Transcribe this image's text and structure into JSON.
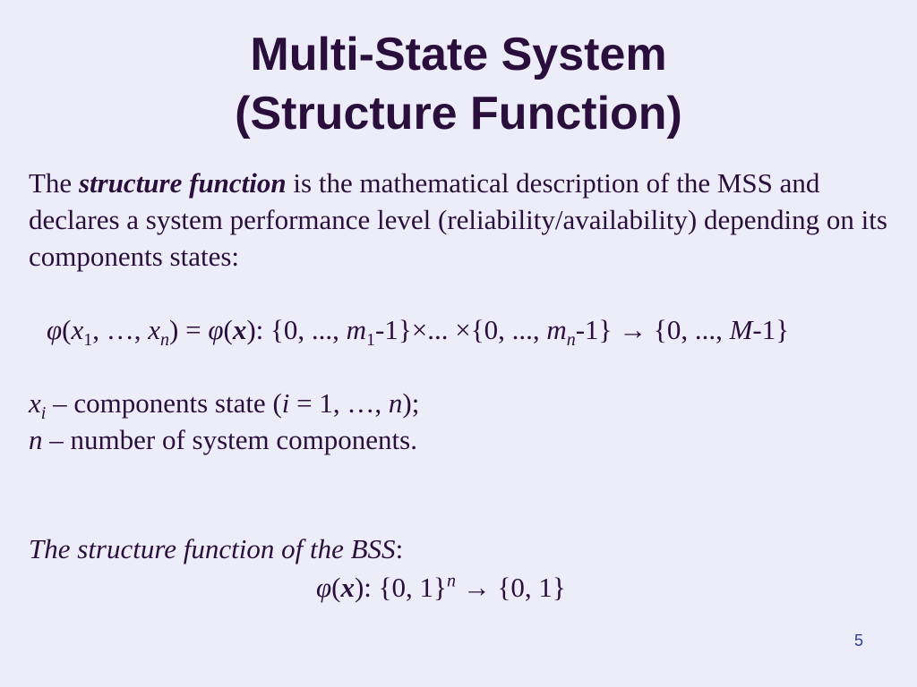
{
  "title": {
    "line1": "Multi-State System",
    "line2": "(Structure Function)"
  },
  "intro": {
    "lead": "The ",
    "emph": "structure function",
    "rest": " is the mathematical description of the MSS and declares a system performance level (reliability/availability) depending on its components states:"
  },
  "formula": {
    "phi": "φ",
    "t1": "(",
    "x": "x",
    "sub1": "1",
    "t2": ", …, ",
    "subn": "n",
    "t3": ") = ",
    "t4": "(",
    "xbold": "x",
    "t5": "): {0, ..., ",
    "m": "m",
    "t6": "-1}×... ×{0, ..., ",
    "t7": "-1} → {0, ..., ",
    "M": "M",
    "t8": "-1}"
  },
  "defs": {
    "xi_var": "x",
    "xi_sub": "i",
    "xi_text1": " – components state (",
    "xi_i": "i",
    "xi_text2": " = 1, …, ",
    "xi_n": "n",
    "xi_text3": ");",
    "n_var": "n",
    "n_text": " –  number of system components."
  },
  "bss": {
    "title_italic": "The structure function of the BSS",
    "title_colon": ":",
    "phi": "φ",
    "t1": "(",
    "xbold": "x",
    "t2": "): {0, 1}",
    "sup": "n",
    "t3": " → {0, 1}"
  },
  "page_number": "5"
}
